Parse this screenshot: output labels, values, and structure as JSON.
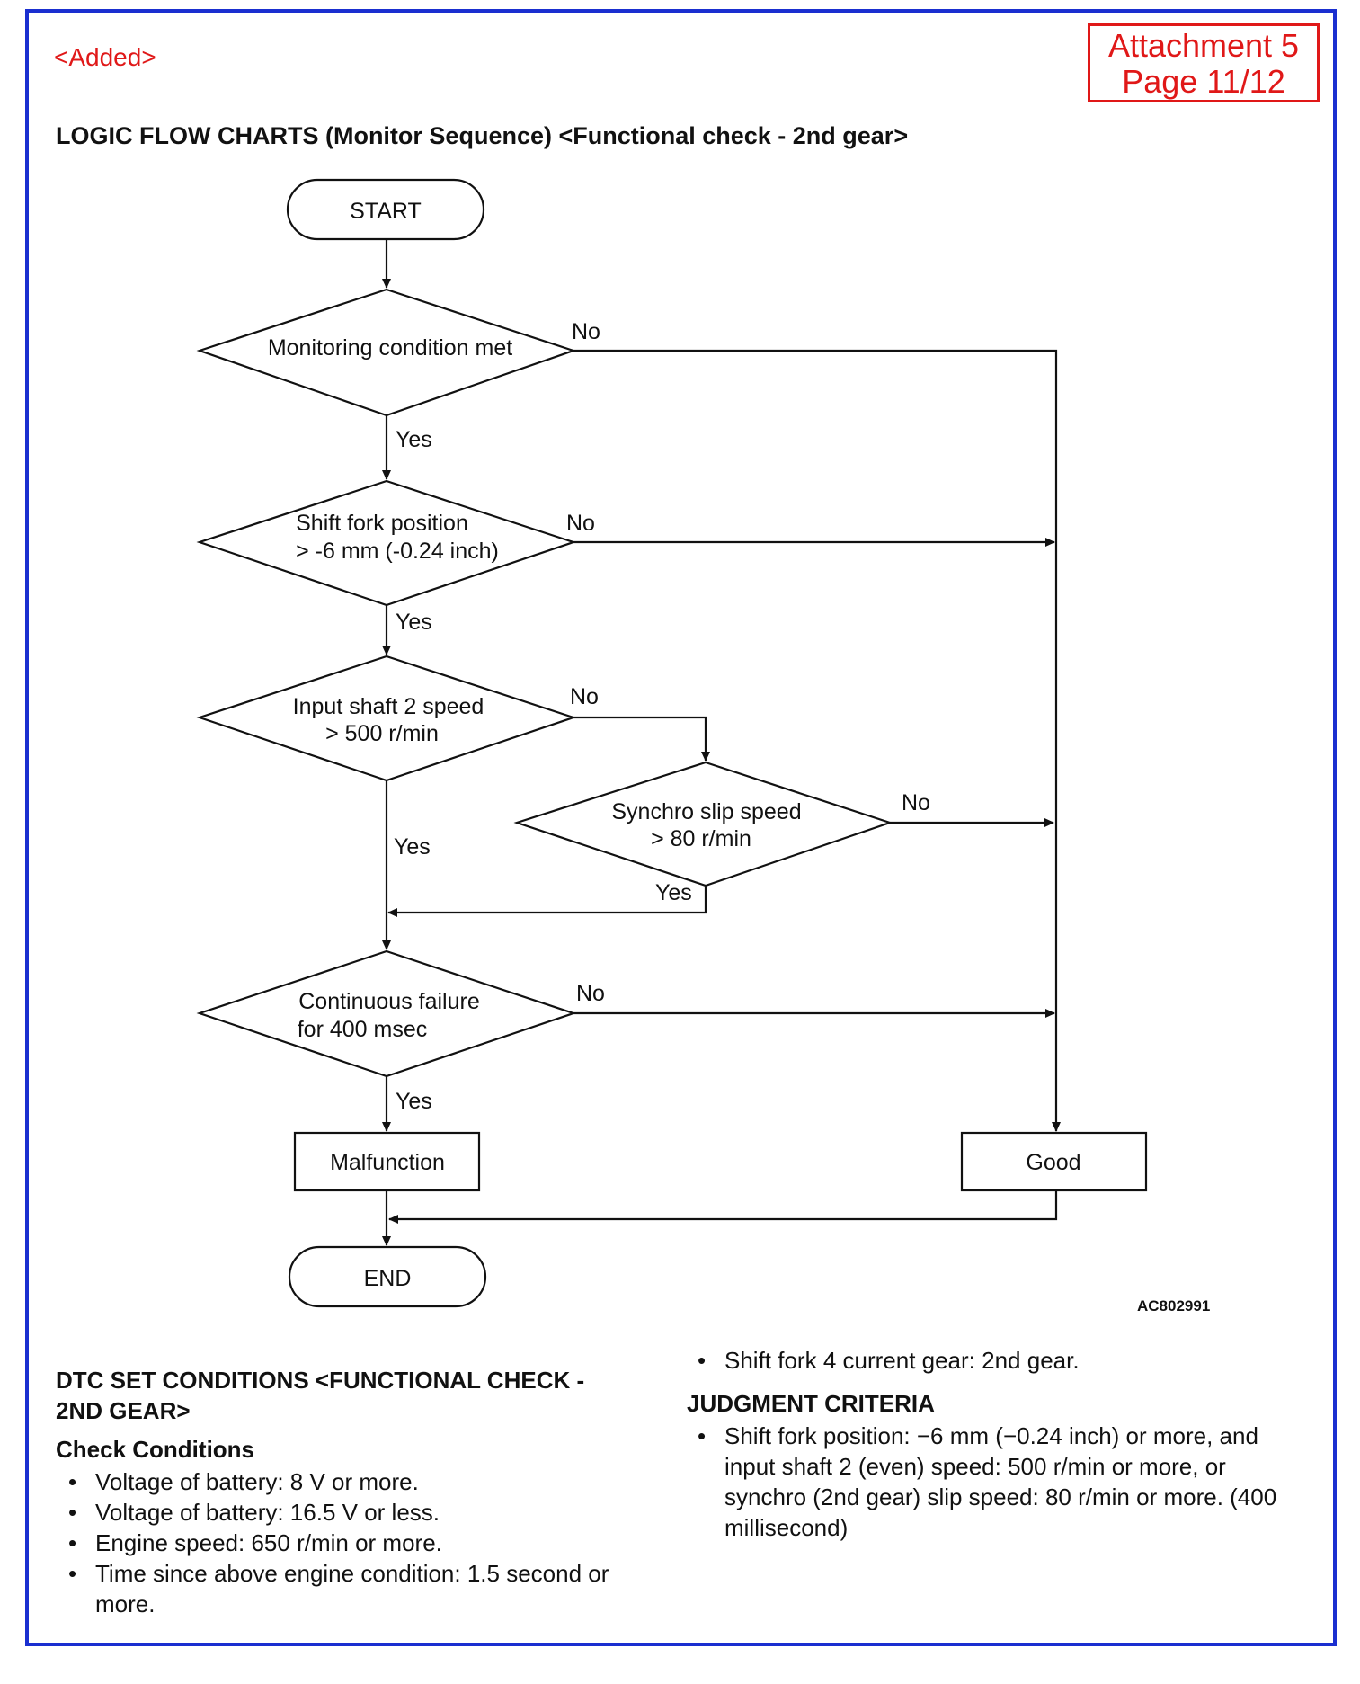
{
  "header": {
    "added_label": "<Added>",
    "attachment_line1": "Attachment 5",
    "attachment_line2": "Page 11/12"
  },
  "page_title": "LOGIC FLOW CHARTS (Monitor Sequence) <Functional check - 2nd gear>",
  "flowchart": {
    "start": "START",
    "decision_monitoring": [
      "Monitoring condition met"
    ],
    "decision_shift_fork": [
      "Shift fork position",
      "> -6 mm (-0.24 inch)"
    ],
    "decision_input_shaft": [
      "Input shaft 2 speed",
      "> 500 r/min"
    ],
    "decision_synchro": [
      "Synchro slip speed",
      "> 80 r/min"
    ],
    "decision_continuous": [
      "Continuous failure",
      "for 400 msec"
    ],
    "process_malfunction": "Malfunction",
    "process_good": "Good",
    "end": "END",
    "yes_label": "Yes",
    "no_label": "No"
  },
  "figure_code": "AC802991",
  "dtc": {
    "heading_line1": "DTC SET CONDITIONS <FUNCTIONAL CHECK -",
    "heading_line2": "2ND GEAR>",
    "check_conditions_heading": "Check Conditions",
    "check_conditions": [
      "Voltage of battery: 8 V or more.",
      "Voltage of battery: 16.5 V or less.",
      "Engine speed: 650 r/min or more.",
      "Time since above engine condition: 1.5 second or more."
    ],
    "extra_condition": "Shift fork 4 current gear: 2nd gear.",
    "judgment_heading": "JUDGMENT CRITERIA",
    "judgment_criteria": [
      "Shift fork position: −6 mm (−0.24 inch) or more, and input shaft 2 (even) speed: 500 r/min or more, or synchro (2nd gear) slip speed: 80 r/min or more. (400 millisecond)"
    ]
  },
  "colors": {
    "frame": "#1a2fd0",
    "accent_red": "#e01818",
    "ink": "#111111"
  }
}
